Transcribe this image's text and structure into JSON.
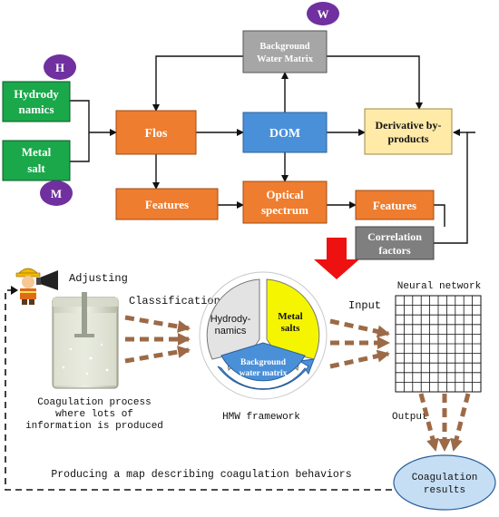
{
  "colors": {
    "green": "#1aa84a",
    "orange": "#ee7d2f",
    "blue": "#4a90d9",
    "gray": "#a6a6a6",
    "cream": "#ffeaa8",
    "purple": "#7030a0",
    "red_arrow": "#ee1111",
    "brown_arrow": "#9c6a47",
    "yellow": "#f5f500",
    "ellipse": "#c5def4"
  },
  "top": {
    "badge_h": "H",
    "badge_w": "W",
    "badge_m": "M",
    "hydro_line1": "Hydrody",
    "hydro_line2": "namics",
    "metal_line1": "Metal",
    "metal_line2": "salt",
    "bg_line1": "Background",
    "bg_line2": "Water Matrix",
    "flos": "Flos",
    "dom": "DOM",
    "deriv_line1": "Derivative by-",
    "deriv_line2": "products",
    "features_left": "Features",
    "optical_line1": "Optical",
    "optical_line2": "spectrum",
    "features_right": "Features",
    "corr_line1": "Correlation",
    "corr_line2": "factors"
  },
  "bottom": {
    "adjusting": "Adjusting",
    "classification": "Classification",
    "input": "Input",
    "output": "Output",
    "neural_network": "Neural network",
    "process_line1": "Coagulation process",
    "process_line2": "where lots of",
    "process_line3": "information is produced",
    "hmw_framework": "HMW framework",
    "hydro_seg_line1": "Hydrody-",
    "hydro_seg_line2": "namics",
    "metal_seg_line1": "Metal",
    "metal_seg_line2": "salts",
    "bg_seg_line1": "Background",
    "bg_seg_line2": "water matrix",
    "map_caption": "Producing a map describing coagulation behaviors",
    "results_line1": "Coagulation",
    "results_line2": "results"
  }
}
